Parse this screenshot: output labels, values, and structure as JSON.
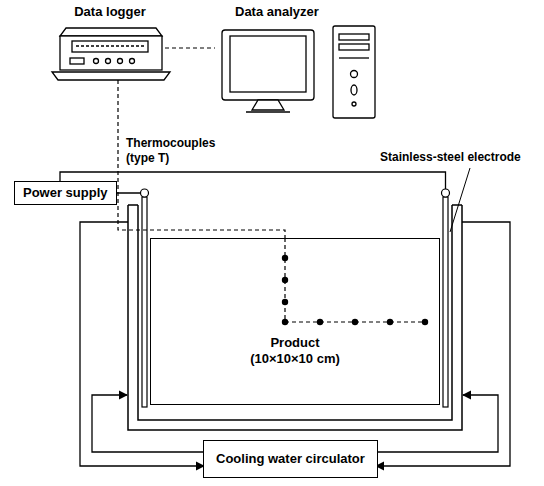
{
  "diagram": {
    "nodes": [
      {
        "text": [
          "Data logger"
        ]
      },
      {
        "text": [
          "Data analyzer"
        ]
      },
      {
        "text": [
          "Power supply"
        ]
      },
      {
        "text": [
          "Product",
          "(10×10×10 cm)"
        ]
      },
      {
        "text": [
          "Cooling water circulator"
        ]
      }
    ],
    "edges": [
      {
        "from": 0,
        "to": 1,
        "arrow": "none"
      },
      {
        "from": 0,
        "to": 3,
        "arrow": "none",
        "label": "Thermocouples (type T)"
      }
    ],
    "labels": [
      "Stainless-steel electrode"
    ]
  }
}
